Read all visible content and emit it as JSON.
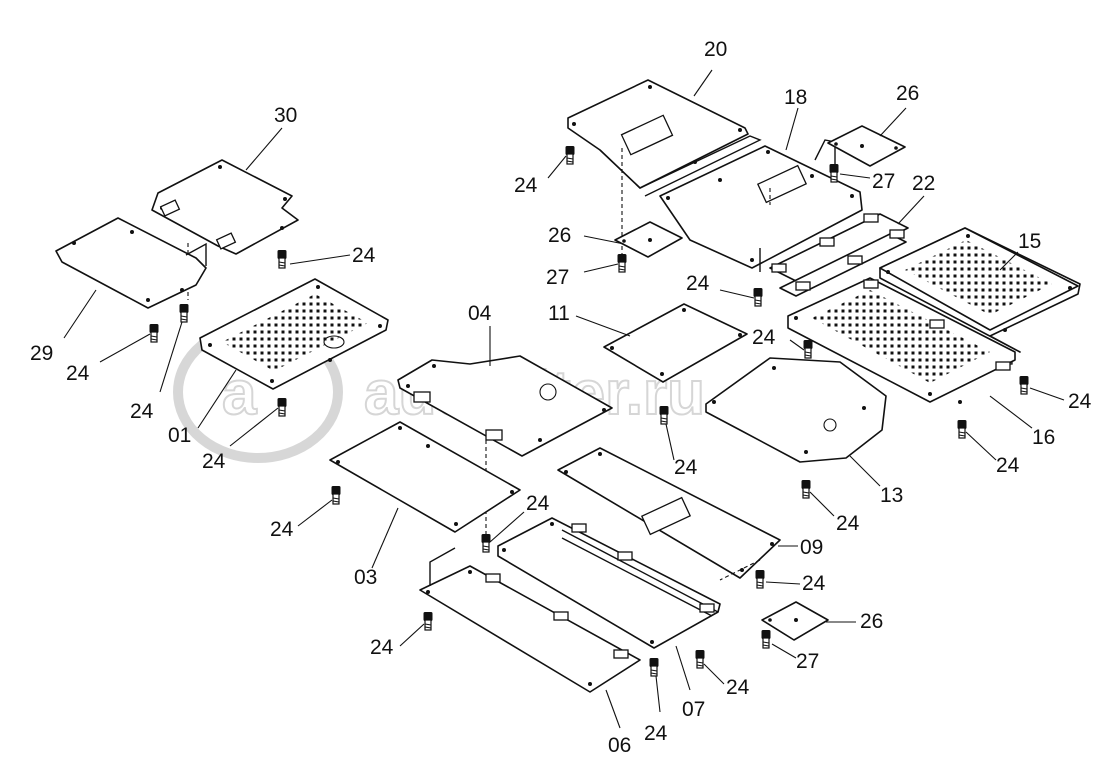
{
  "watermark": {
    "text": "autopiter.ru",
    "logo_letter": "a"
  },
  "labels": {
    "p01": "01",
    "p03": "03",
    "p04": "04",
    "p06": "06",
    "p07": "07",
    "p09": "09",
    "p11": "11",
    "p13": "13",
    "p15": "15",
    "p16": "16",
    "p18": "18",
    "p20": "20",
    "p22": "22",
    "p26a": "26",
    "p26b": "26",
    "p26c": "26",
    "p27a": "27",
    "p27b": "27",
    "p27c": "27",
    "p29": "29",
    "p30": "30",
    "b24": "24"
  }
}
